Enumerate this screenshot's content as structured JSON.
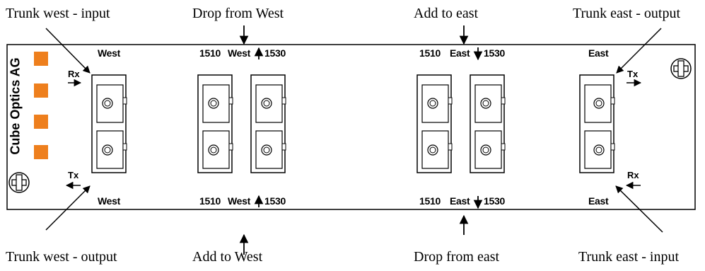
{
  "callouts": {
    "trunk_west_input": "Trunk west - input",
    "drop_from_west": "Drop from West",
    "add_to_east": "Add to east",
    "trunk_east_output": "Trunk east - output",
    "trunk_west_output": "Trunk west - output",
    "add_to_west": "Add to West",
    "drop_from_east": "Drop from east",
    "trunk_east_input": "Trunk east - input"
  },
  "panel": {
    "brand": "Cube Optics AG",
    "west_top": "West",
    "west_bottom": "West",
    "east_top": "East",
    "east_bottom": "East",
    "west_group_top": {
      "left": "1510",
      "name": "West",
      "right": "1530"
    },
    "west_group_bottom": {
      "left": "1510",
      "name": "West",
      "right": "1530"
    },
    "east_group_top": {
      "left": "1510",
      "name": "East",
      "right": "1530"
    },
    "east_group_bottom": {
      "left": "1510",
      "name": "East",
      "right": "1530"
    },
    "west_rx": "Rx",
    "west_tx": "Tx",
    "east_tx": "Tx",
    "east_rx": "Rx"
  },
  "colors": {
    "led": "#ee7f1d",
    "line": "#000000"
  }
}
